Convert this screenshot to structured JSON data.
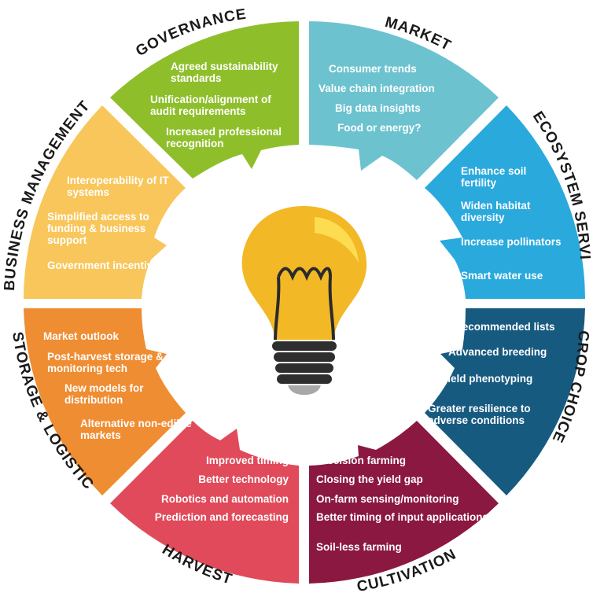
{
  "segments": [
    {
      "key": "governance",
      "title": "GOVERNANCE",
      "color": "#8ebf2b",
      "items": [
        "Agreed sustainability standards",
        "Unification/alignment of audit requirements",
        "Increased professional recognition"
      ]
    },
    {
      "key": "market",
      "title": "MARKET",
      "color": "#6cc3cf",
      "items": [
        "Consumer trends",
        "Value chain integration",
        "Big data insights",
        "Food or energy?"
      ]
    },
    {
      "key": "ecosystem",
      "title": "ECOSYSTEM SERVICES",
      "color": "#2aa9dd",
      "items": [
        "Enhance soil fertility",
        "Widen habitat diversity",
        "Increase pollinators",
        "Smart water use"
      ]
    },
    {
      "key": "crop_choice",
      "title": "CROP CHOICE",
      "color": "#175a80",
      "items": [
        "Recommended lists",
        "Advanced breeding",
        "Field phenotyping",
        "Greater resilience to adverse conditions"
      ]
    },
    {
      "key": "cultivation",
      "title": "CULTIVATION",
      "color": "#8b1840",
      "items": [
        "Precision farming",
        "Closing the yield gap",
        "On-farm sensing/monitoring",
        "Better timing of input applications",
        "Soil-less farming"
      ]
    },
    {
      "key": "harvest",
      "title": "HARVEST",
      "color": "#e04a5a",
      "items": [
        "Improved timing",
        "Better technology",
        "Robotics and automation",
        "Prediction and forecasting"
      ]
    },
    {
      "key": "storage",
      "title": "STORAGE & LOGISTICS",
      "color": "#ef8d33",
      "items": [
        "Market outlook",
        "Post-harvest storage & monitoring tech",
        "New models for distribution",
        "Alternative non-edible markets"
      ]
    },
    {
      "key": "business",
      "title": "BUSINESS MANAGEMENT",
      "color": "#f8c65a",
      "items": [
        "Interoperability of IT systems",
        "Simplified access to funding & business support",
        "Government incentives"
      ]
    }
  ],
  "center": {
    "icon": "lightbulb-icon",
    "bulb_color": "#f2b826",
    "base_color": "#2e2e2e"
  }
}
